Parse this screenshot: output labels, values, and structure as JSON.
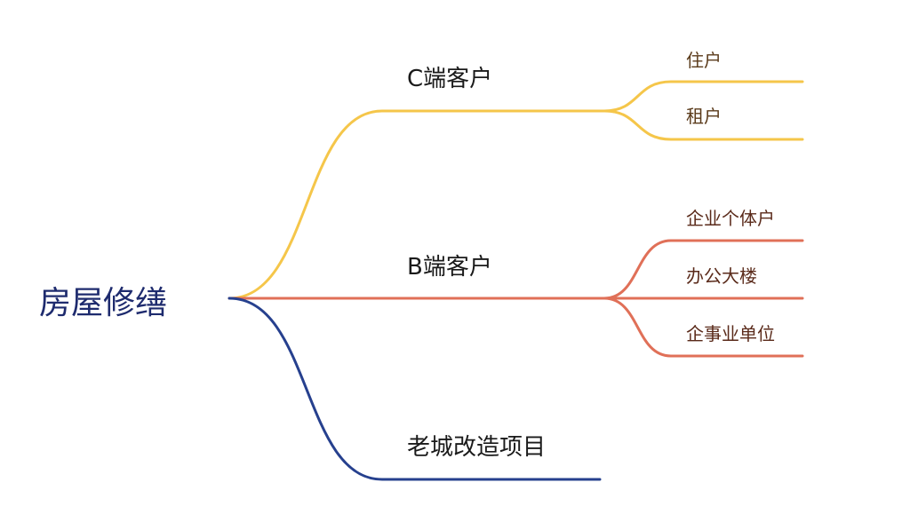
{
  "root": {
    "label": "房屋修缮"
  },
  "branches": [
    {
      "label": "C端客户",
      "color": "#f5c64a",
      "children": [
        "住户",
        "租户"
      ]
    },
    {
      "label": "B端客户",
      "color": "#e07058",
      "children": [
        "企业个体户",
        "办公大楼",
        "企事业单位"
      ]
    },
    {
      "label": "老城改造项目",
      "color": "#26408e",
      "children": []
    }
  ]
}
